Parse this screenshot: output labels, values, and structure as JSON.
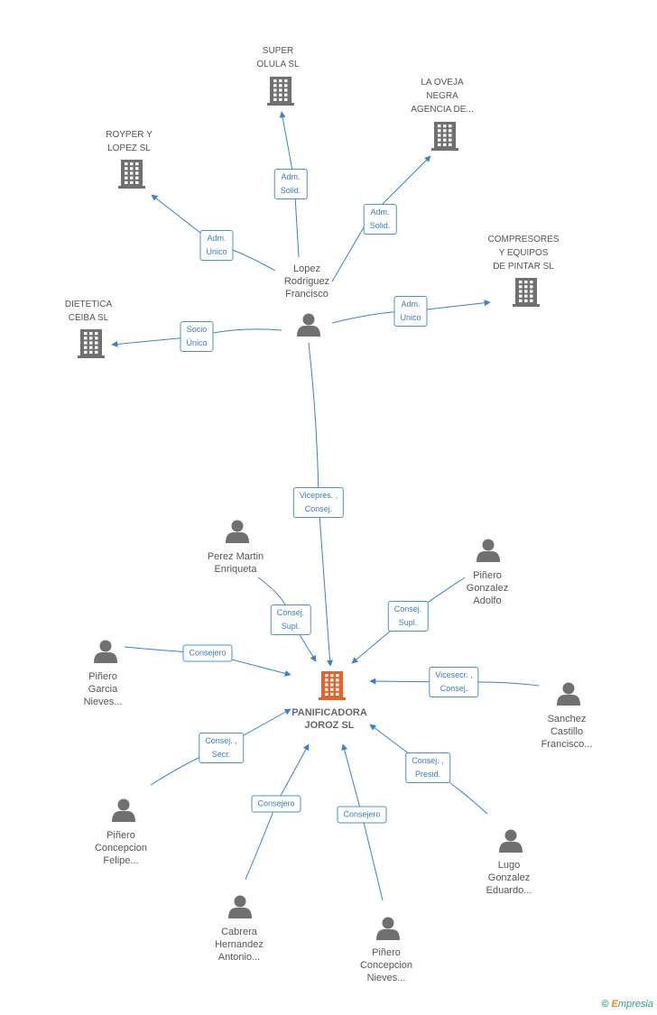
{
  "colors": {
    "edge": "#3a7fd5",
    "node": "#707070",
    "main_node": "#e8602c",
    "label_border": "#4a8fd8"
  },
  "companies": [
    {
      "id": "super",
      "label": "SUPER\nOLULA SL",
      "icon": "building-icon"
    },
    {
      "id": "oveja",
      "label": "LA OVEJA\nNEGRA\nAGENCIA DE...",
      "icon": "building-icon"
    },
    {
      "id": "royper",
      "label": "ROYPER Y\nLOPEZ SL",
      "icon": "building-icon"
    },
    {
      "id": "compresores",
      "label": "COMPRESORES\nY EQUIPOS\nDE PINTAR SL",
      "icon": "building-icon"
    },
    {
      "id": "dietetica",
      "label": "DIETETICA\nCEIBA SL",
      "icon": "building-icon"
    },
    {
      "id": "panificadora",
      "label": "PANIFICADORA\nJOROZ SL",
      "icon": "building-icon",
      "main": true
    }
  ],
  "persons": [
    {
      "id": "lopez",
      "label": "Lopez\nRodriguez\nFrancisco",
      "icon": "person-icon"
    },
    {
      "id": "perez",
      "label": "Perez Martin\nEnriqueta",
      "icon": "person-icon"
    },
    {
      "id": "pgadolfo",
      "label": "Piñero\nGonzalez\nAdolfo",
      "icon": "person-icon"
    },
    {
      "id": "pgarcia",
      "label": "Piñero\nGarcia\nNieves...",
      "icon": "person-icon"
    },
    {
      "id": "sanchez",
      "label": "Sanchez\nCastillo\nFrancisco...",
      "icon": "person-icon"
    },
    {
      "id": "pcfelipe",
      "label": "Piñero\nConcepcion\nFelipe...",
      "icon": "person-icon"
    },
    {
      "id": "lugo",
      "label": "Lugo\nGonzalez\nEduardo...",
      "icon": "person-icon"
    },
    {
      "id": "cabrera",
      "label": "Cabrera\nHernandez\nAntonio...",
      "icon": "person-icon"
    },
    {
      "id": "pcnieves",
      "label": "Piñero\nConcepcion\nNieves...",
      "icon": "person-icon"
    }
  ],
  "relations": [
    {
      "from": "lopez",
      "to": "super",
      "label": "Adm.\nSolid."
    },
    {
      "from": "lopez",
      "to": "oveja",
      "label": "Adm.\nSolid."
    },
    {
      "from": "lopez",
      "to": "royper",
      "label": "Adm.\nUnico"
    },
    {
      "from": "lopez",
      "to": "compresores",
      "label": "Adm.\nUnico"
    },
    {
      "from": "lopez",
      "to": "dietetica",
      "label": "Socio\nÚnico"
    },
    {
      "from": "lopez",
      "to": "panificadora",
      "label": "Vicepres. ,\nConsej."
    },
    {
      "from": "perez",
      "to": "panificadora",
      "label": "Consej.\nSupl."
    },
    {
      "from": "pgadolfo",
      "to": "panificadora",
      "label": "Consej.\nSupl."
    },
    {
      "from": "pgarcia",
      "to": "panificadora",
      "label": "Consejero"
    },
    {
      "from": "sanchez",
      "to": "panificadora",
      "label": "Vicesecr. ,\nConsej."
    },
    {
      "from": "pcfelipe",
      "to": "panificadora",
      "label": "Consej. ,\nSecr."
    },
    {
      "from": "lugo",
      "to": "panificadora",
      "label": "Consej. ,\nPresid."
    },
    {
      "from": "cabrera",
      "to": "panificadora",
      "label": "Consejero"
    },
    {
      "from": "pcnieves",
      "to": "panificadora",
      "label": "Consejero"
    }
  ],
  "footer": {
    "copyright": "©",
    "brand_initial": "E",
    "brand_rest": "mpresia"
  }
}
